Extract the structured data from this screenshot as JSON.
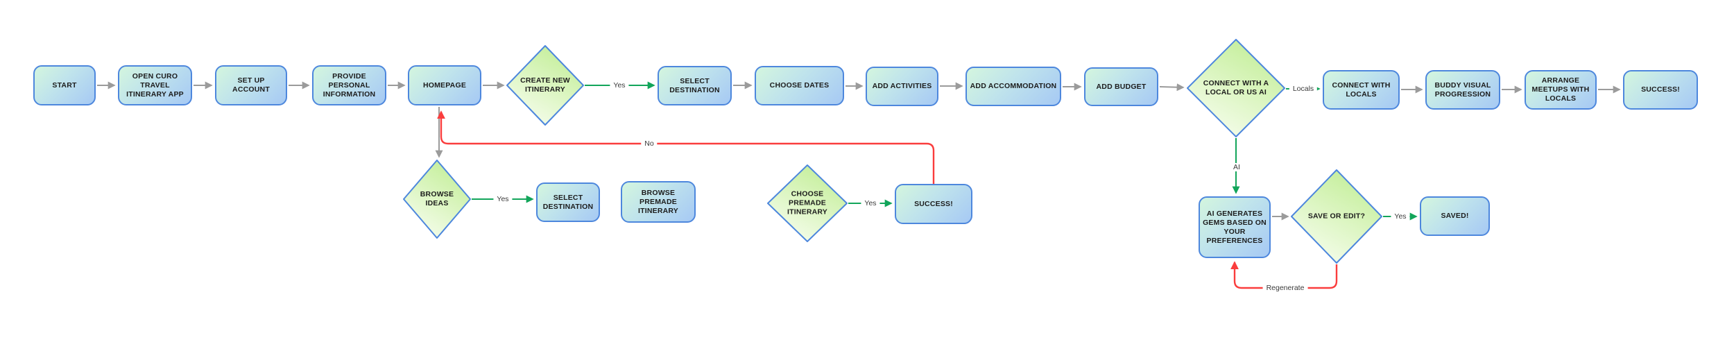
{
  "flowchart": {
    "nodes": {
      "start": "START",
      "open_app": "OPEN CURO TRAVEL ITINERARY APP",
      "set_up_account": "SET UP ACCOUNT",
      "provide_personal_information": "PROVIDE PERSONAL INFORMATION",
      "homepage": "HOMEPAGE",
      "create_new_itinerary": "CREATE NEW ITINERARY",
      "select_destination": "SELECT DESTINATION",
      "choose_dates": "CHOOSE DATES",
      "add_activities": "ADD ACTIVITIES",
      "add_accommodation": "ADD ACCOMMODATION",
      "add_budget": "ADD BUDGET",
      "connect_with_a_local_or_us_ai": "CONNECT WITH A LOCAL OR US AI",
      "connect_with_locals": "CONNECT WITH LOCALS",
      "buddy_visual_progression": "BUDDY VISUAL PROGRESSION",
      "arrange_meetups_with_locals": "ARRANGE MEETUPS WITH LOCALS",
      "success_locals": "SUCCESS!",
      "browse_ideas": "BROWSE IDEAS",
      "select_destination_premade": "SELECT DESTINATION",
      "browse_premade_itinerary": "BROWSE PREMADE ITINERARY",
      "choose_premade_itinerary": "CHOOSE PREMADE ITINERARY",
      "success_premade": "SUCCESS!",
      "ai_generates_gems": "AI GENERATES GEMS BASED ON YOUR PREFERENCES",
      "save_or_edit": "SAVE OR EDIT?",
      "saved": "SAVED!"
    },
    "edges": {
      "yes_create_new": "Yes",
      "no_return_home": "No",
      "yes_browse_ideas": "Yes",
      "yes_choose_premade": "Yes",
      "locals": "Locals",
      "ai": "AI",
      "yes_save": "Yes",
      "regenerate": "Regenerate"
    },
    "colors": {
      "box_border": "#4d87dd",
      "box_gradient_start": "#d4f6de",
      "box_gradient_end": "#a6c9f4",
      "diamond_gradient_start": "#c3ee98",
      "diamond_gradient_end": "#f9fef2",
      "arrow_gray": "#9b9b9b",
      "arrow_green": "#12a55a",
      "arrow_red": "#fa3d3d"
    }
  }
}
